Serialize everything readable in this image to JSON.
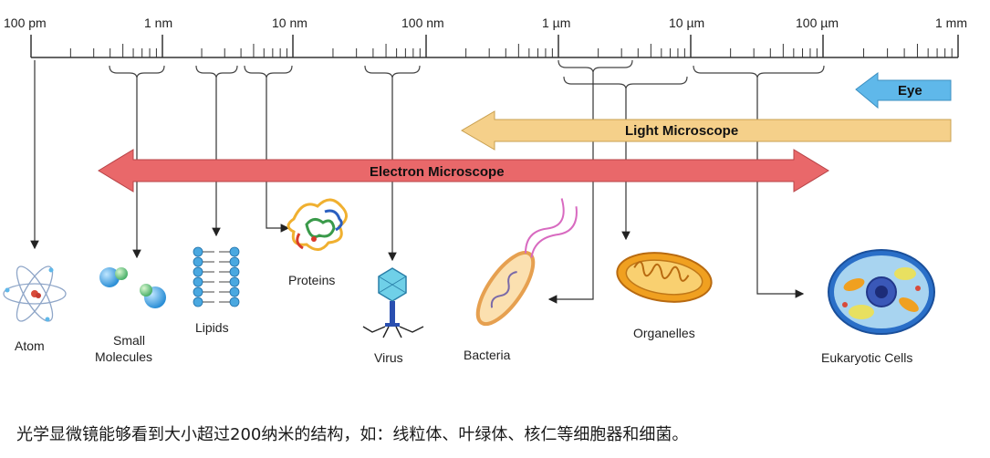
{
  "scale": {
    "tick_labels": [
      "100 pm",
      "1 nm",
      "10 nm",
      "100 nm",
      "1 µm",
      "10 µm",
      "100 µm",
      "1 mm"
    ]
  },
  "ranges": {
    "eye": "Eye",
    "light_microscope": "Light Microscope",
    "electron_microscope": "Electron Microscope"
  },
  "objects": {
    "atom": "Atom",
    "small_molecules_line1": "Small",
    "small_molecules_line2": "Molecules",
    "lipids": "Lipids",
    "proteins": "Proteins",
    "virus": "Virus",
    "bacteria": "Bacteria",
    "organelles": "Organelles",
    "eukaryotic_cells": "Eukaryotic Cells"
  },
  "caption": "光学显微镜能够看到大小超过200纳米的结构，如：线粒体、叶绿体、核仁等细胞器和细菌。",
  "colors": {
    "eye_arrow": "#5fb8ea",
    "light_arrow": "#f5d08a",
    "electron_arrow": "#e9686a",
    "mitochondrion": "#f0a020",
    "cell": "#3a78c8",
    "lipid": "#4aa8e0"
  }
}
